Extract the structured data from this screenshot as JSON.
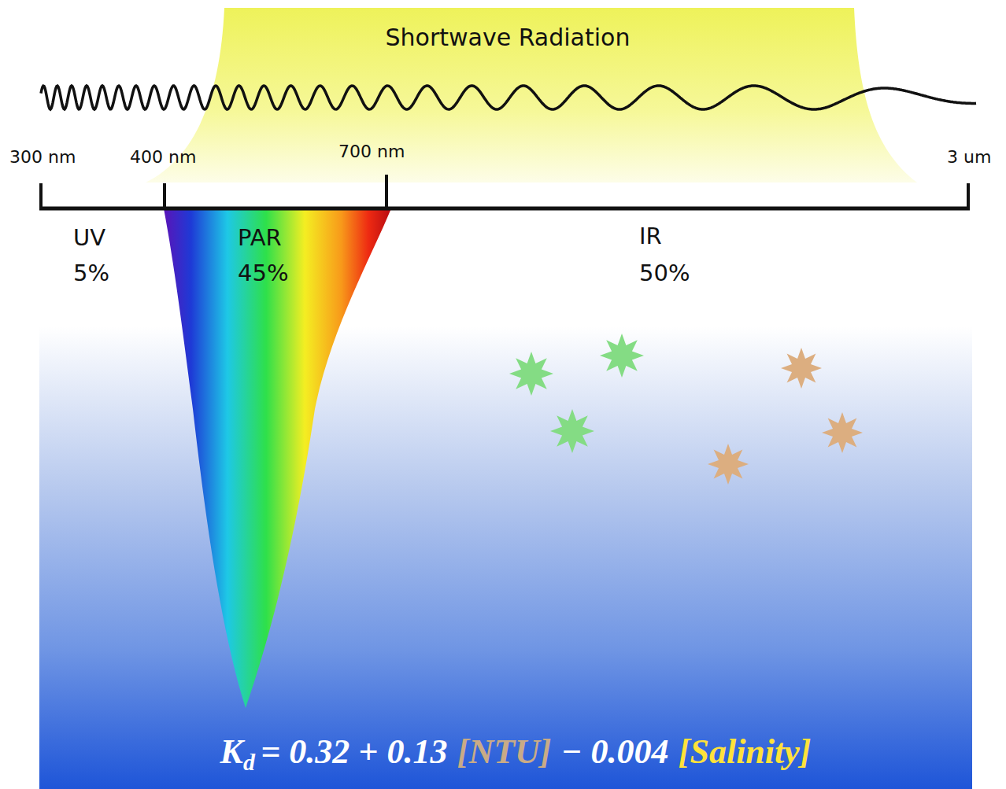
{
  "diagram": {
    "title": "Shortwave Radiation",
    "labels": [
      "300 nm",
      "400 nm",
      "700 nm",
      "3 um",
      "UV",
      "5%",
      "PAR",
      "45%",
      "IR",
      "50%",
      "K",
      "d",
      "= 0.32 + 0.13",
      "[NTU]",
      "− 0.004",
      "[Salinity]"
    ]
  }
}
